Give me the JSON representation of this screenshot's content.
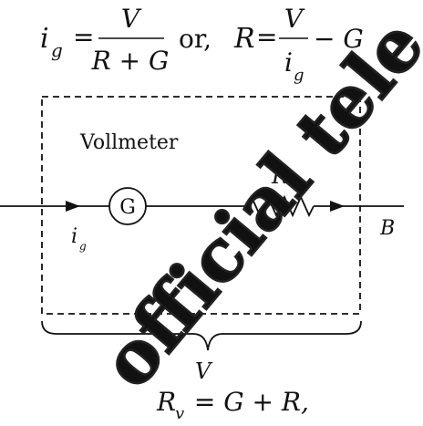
{
  "formula_top": {
    "ig": "i",
    "ig_sub": "g",
    "eq": "=",
    "frac1_num": "V",
    "frac1_den": "R + G",
    "or": "or,",
    "R": "R",
    "eq2": "=",
    "frac2_num": "V",
    "frac2_den": "i",
    "frac2_den_sub": "g",
    "minus_g": "− G"
  },
  "circuit": {
    "box_label": "Vollmeter",
    "galvanometer": "G",
    "resistor_label": "R",
    "current_label": "i",
    "current_sub": "g",
    "terminal_b": "B",
    "brace_label": "V"
  },
  "formula_bottom": {
    "rv": "R",
    "rv_sub": "v",
    "rest": " = G + R,"
  },
  "watermark": {
    "text": "official tele"
  }
}
